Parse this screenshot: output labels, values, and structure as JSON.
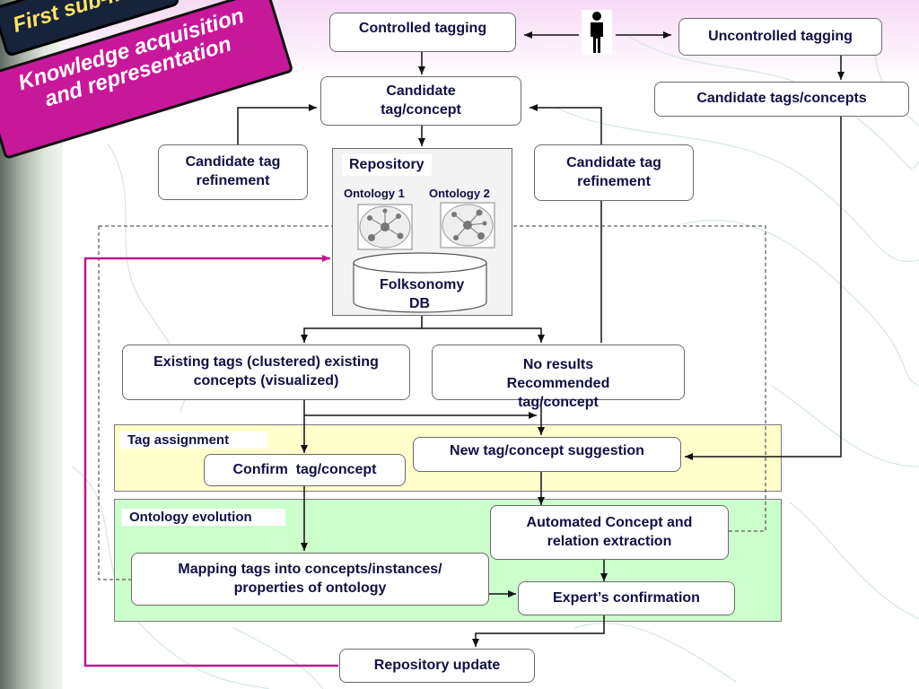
{
  "title": {
    "sub_model": "First sub-model",
    "banner": "Knowledge acquisition and representation"
  },
  "nodes": {
    "controlled_tagging": "Controlled tagging",
    "uncontrolled_tagging": "Uncontrolled tagging",
    "candidate_tag_concept": "Candidate tag/concept",
    "candidate_tags_concepts": "Candidate tags/concepts",
    "refinement_left": "Candidate tag refinement",
    "refinement_right": "Candidate tag refinement",
    "repository": "Repository",
    "ontology_1": "Ontology 1",
    "ontology_2": "Ontology 2",
    "folksonomy_db": "Folksonomy DB",
    "existing_tags": "Existing tags (clustered) existing concepts (visualized)",
    "no_results": "No results Recommended tag/concept",
    "new_suggestion": "New tag/concept suggestion",
    "confirm": "Confirm  tag/concept",
    "automated_extraction": "Automated Concept and relation extraction",
    "mapping": "Mapping tags into concepts/instances/ properties of ontology",
    "expert_confirmation": "Expert’s confirmation",
    "repository_update": "Repository update"
  },
  "regions": {
    "tag_assignment": "Tag assignment",
    "ontology_evolution": "Ontology evolution"
  },
  "colors": {
    "tag_assignment_fill": "#ffffcc",
    "ontology_evolution_fill": "#ccffcc",
    "feedback_line": "#c0168f",
    "banner_fill": "#c8189a",
    "sub_model_fill": "#17233a",
    "sub_model_text": "#ffe566"
  }
}
